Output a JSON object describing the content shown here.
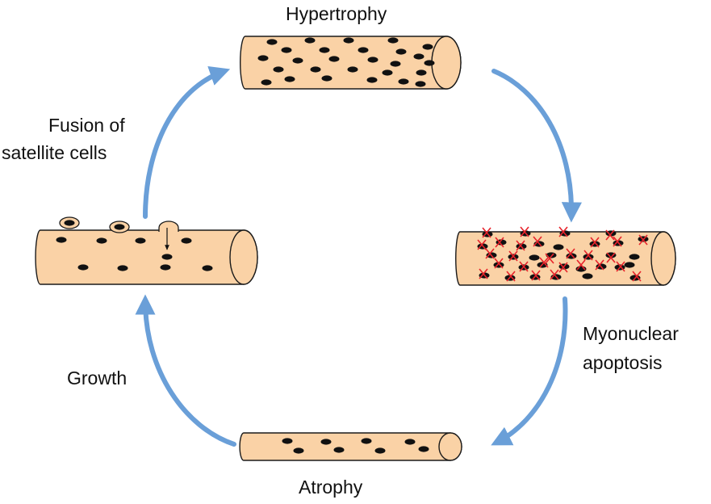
{
  "labels": {
    "hypertrophy": "Hypertrophy",
    "atrophy": "Atrophy",
    "fusion_line1": "Fusion of",
    "fusion_line2": "satellite cells",
    "growth": "Growth",
    "apoptosis_line1": "Myonuclear",
    "apoptosis_line2": "apoptosis"
  },
  "colors": {
    "fiber_fill": "#fad2a6",
    "fiber_stroke": "#1a1a1a",
    "nucleus": "#111111",
    "arrow": "#6a9fd8",
    "cross": "#e8232b",
    "text": "#111111"
  },
  "icons": {
    "nucleus": "ellipse-nucleus-icon",
    "apoptosis_mark": "red-x-icon",
    "fusion_arrow": "small-down-arrow-icon"
  }
}
